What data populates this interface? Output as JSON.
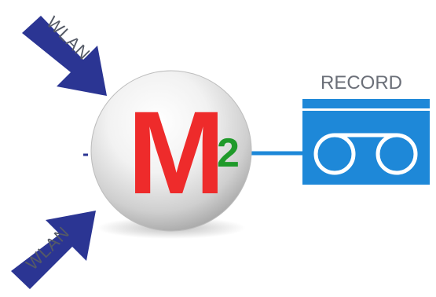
{
  "diagram": {
    "inputs": [
      {
        "label": "WLAN"
      },
      {
        "label": "WLAN"
      }
    ],
    "hub": {
      "letter": "M",
      "superscript": "2"
    },
    "output": {
      "label": "RECORD",
      "icon": "cassette-tape-icon"
    },
    "colors": {
      "arrow": "#2b3593",
      "hub_letter": "#ee2b2b",
      "hub_superscript": "#1f9a2a",
      "record_box": "#1e88d8",
      "connector": "#1e88d8"
    }
  }
}
